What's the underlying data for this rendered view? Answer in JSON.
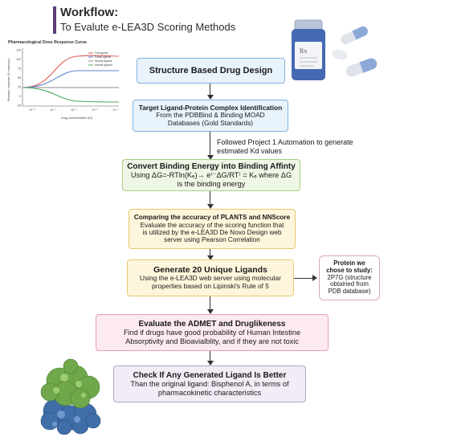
{
  "header": {
    "title": "Workflow:",
    "subtitle": "To Evalute e-LEA3D Scoring Methods"
  },
  "dose_chart": {
    "title": "Pharmacological Dose Response Curve",
    "ylabel": "Receptor response (% maximum)",
    "xlabel": "Drug concentration (M)",
    "yticks": [
      "125",
      "100",
      "75",
      "50",
      "25",
      "0",
      "-25"
    ],
    "xticks": [
      "10⁻⁹",
      "10⁻⁷",
      "10⁻⁵",
      "10⁻³",
      "10⁻¹"
    ],
    "legend": [
      "Full agonist",
      "Partial agonist",
      "Neutral agonist",
      "Inverse agonist"
    ],
    "colors": [
      "#e05a5a",
      "#5a86c9",
      "#8e8e8e",
      "#4caa5a"
    ]
  },
  "pill_bottle": {
    "label_symbol": "Rx"
  },
  "steps": {
    "s1": {
      "title": "Structure Based Drug Design"
    },
    "s2": {
      "title": "Target Ligand-Protein Complex Identification",
      "line1": "From the PDBBind & Binding MOAD",
      "line2": "Databases (Gold Standards)"
    },
    "s2_note": {
      "line1": "Followed Project 1 Automation to generate",
      "line2": "estimated Kd values"
    },
    "s3": {
      "title": "Convert Binding Energy into Binding Affinty",
      "line1": "Using ΔG=-RTln(Kₑ)→ e⁽⁻ΔG/RT⁾ = Kₑ where ΔG",
      "line2": "is the binding energy"
    },
    "s4": {
      "title": "Comparing the accuracy of PLANTS and NNScore",
      "line1": "Evaluate the accuracy of the scoring function that",
      "line2": "is utilized by the e-LEA3D De Novo Design web",
      "line3": "server using Pearson Correlation"
    },
    "s5": {
      "title": "Generate 20 Unique Ligands",
      "line1": "Using the e-LEA3D web server using molecular",
      "line2": "properties based on Lipinski's Rule of 5"
    },
    "protein": {
      "line1": "Protein we",
      "line2": "chose to study:",
      "line3": "2P7G (structure",
      "line4": "obtained from",
      "line5": "PDB database)"
    },
    "s6": {
      "title": "Evaluate the ADMET and Druglikeness",
      "line1": "Find if drugs have good probability of Human Intestine",
      "line2": "Absorptivity and Bioavialblity, and if they are not toxic"
    },
    "s7": {
      "title": "Check If Any Generated Ligand Is Better",
      "line1": "Than the original ligand: Bisphenol A, in terms of",
      "line2": "pharmacokinetic characteristics"
    }
  }
}
